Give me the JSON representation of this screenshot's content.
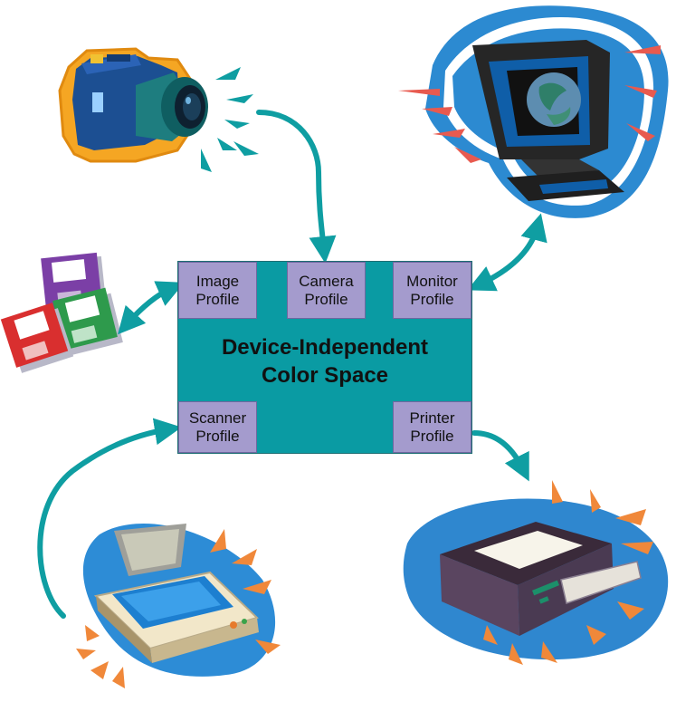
{
  "center": {
    "title_line1": "Device-Independent",
    "title_line2": "Color Space"
  },
  "profiles": {
    "image": "Image\nProfile",
    "camera": "Camera\nProfile",
    "monitor": "Monitor\nProfile",
    "scanner": "Scanner\nProfile",
    "printer": "Printer\nProfile"
  },
  "devices": {
    "camera": "camera-icon",
    "monitor": "monitor-icon",
    "disks": "floppy-disks-icon",
    "scanner": "scanner-icon",
    "printer": "printer-icon"
  },
  "colors": {
    "center_fill": "#0a9ba3",
    "profile_fill": "#a49bcd",
    "arrow": "#0f9ea2"
  }
}
